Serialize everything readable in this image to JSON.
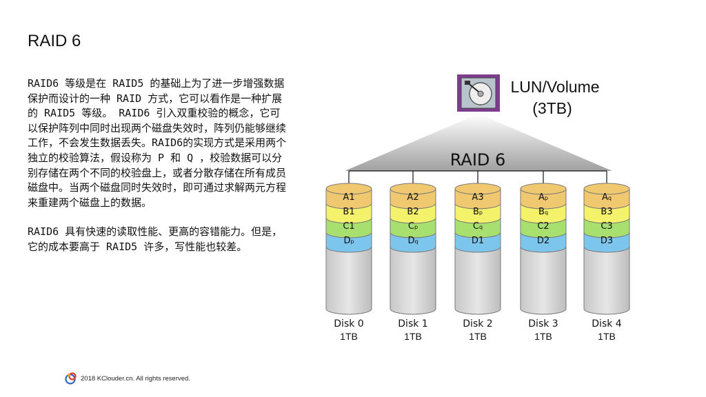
{
  "slide": {
    "title": "RAID 6",
    "paragraphs": [
      "RAID6 等级是在 RAID5 的基础上为了进一步增强数据保护而设计的一种 RAID 方式，它可以看作是一种扩展的 RAID5 等级。 RAID6 引入双重校验的概念，它可以保护阵列中同时出现两个磁盘失效时，阵列仍能够继续工作，不会发生数据丢失。RAID6的实现方式是采用两个独立的校验算法，假设称为 P 和 Q ，校验数据可以分别存储在两个不同的校验盘上，或者分散存储在所有成员磁盘中。当两个磁盘同时失效时，即可通过求解两元方程来重建两个磁盘上的数据。",
      "RAID6 具有快速的读取性能、更高的容错能力。但是，它的成本要高于 RAID5 许多，写性能也较差。"
    ],
    "footer": "2018 KClouder.cn. All rights reserved."
  },
  "diagram": {
    "lun_label_line1": "LUN/Volume",
    "lun_label_line2": "(3TB)",
    "raid_label": "RAID 6",
    "disks": [
      {
        "name": "Disk 0",
        "size": "1TB",
        "stripes": [
          [
            "A",
            "1"
          ],
          [
            "B",
            "1"
          ],
          [
            "C",
            "1"
          ],
          [
            "D",
            "P"
          ]
        ]
      },
      {
        "name": "Disk 1",
        "size": "1TB",
        "stripes": [
          [
            "A",
            "2"
          ],
          [
            "B",
            "2"
          ],
          [
            "C",
            "P"
          ],
          [
            "D",
            "Q"
          ]
        ]
      },
      {
        "name": "Disk 2",
        "size": "1TB",
        "stripes": [
          [
            "A",
            "3"
          ],
          [
            "B",
            "P"
          ],
          [
            "C",
            "Q"
          ],
          [
            "D",
            "1"
          ]
        ]
      },
      {
        "name": "Disk 3",
        "size": "1TB",
        "stripes": [
          [
            "A",
            "P"
          ],
          [
            "B",
            "Q"
          ],
          [
            "C",
            "2"
          ],
          [
            "D",
            "2"
          ]
        ]
      },
      {
        "name": "Disk 4",
        "size": "1TB",
        "stripes": [
          [
            "A",
            "Q"
          ],
          [
            "B",
            "3"
          ],
          [
            "C",
            "3"
          ],
          [
            "D",
            "3"
          ]
        ]
      }
    ],
    "colors": {
      "row_a": "#f0c870",
      "row_b": "#f4f26a",
      "row_c": "#a8e070",
      "row_d": "#7cc6ee",
      "disk_body": "#d8d8d8",
      "lun_frame": "#7b3d8c",
      "lun_inner": "#b8c4cc",
      "triangle_top": "#ffffff",
      "triangle_bottom": "#a0a0a0"
    }
  }
}
